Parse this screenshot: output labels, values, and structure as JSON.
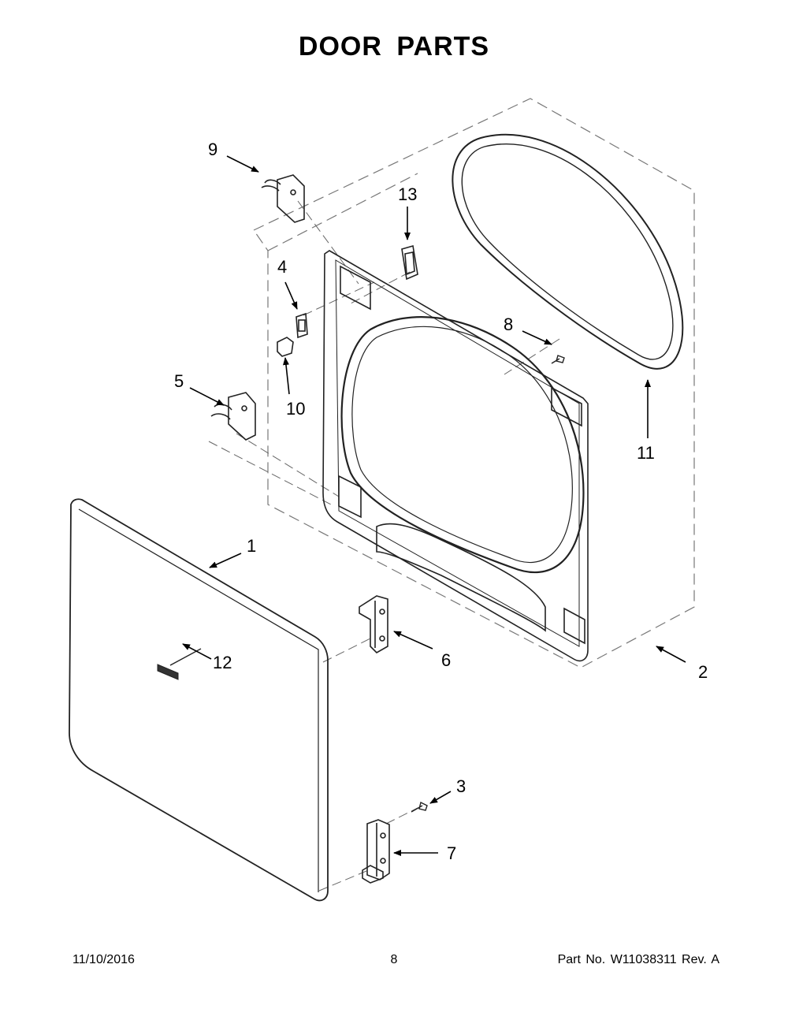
{
  "title": "DOOR PARTS",
  "callouts": {
    "c1": "1",
    "c2": "2",
    "c3": "3",
    "c4": "4",
    "c5": "5",
    "c6": "6",
    "c7": "7",
    "c8": "8",
    "c9": "9",
    "c10": "10",
    "c11": "11",
    "c12": "12",
    "c13": "13"
  },
  "footer": {
    "date": "11/10/2016",
    "page": "8",
    "part": "Part No.  W11038311  Rev.  A"
  }
}
